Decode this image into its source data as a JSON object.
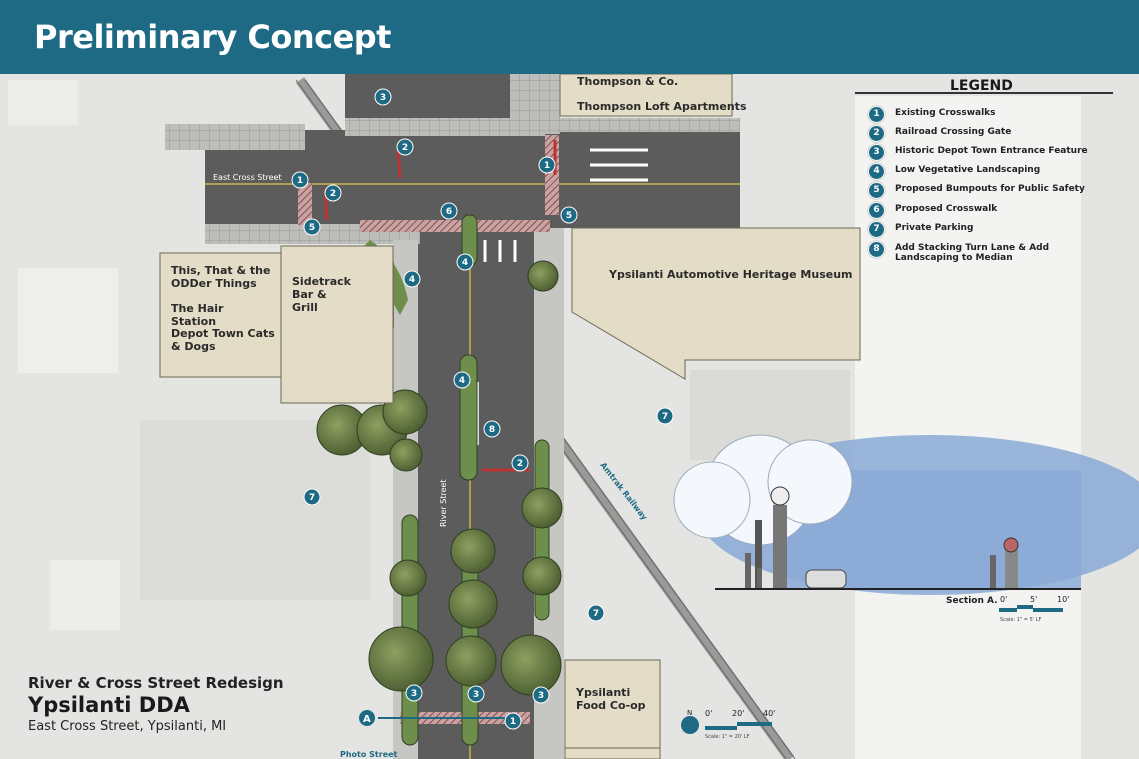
{
  "header": {
    "title": "Preliminary Concept"
  },
  "legend": {
    "title": "LEGEND",
    "items": [
      {
        "num": "1",
        "label": "Existing Crosswalks"
      },
      {
        "num": "2",
        "label": "Railroad Crossing Gate"
      },
      {
        "num": "3",
        "label": "Historic Depot Town Entrance Feature"
      },
      {
        "num": "4",
        "label": "Low Vegetative Landscaping"
      },
      {
        "num": "5",
        "label": "Proposed Bumpouts for Public Safety"
      },
      {
        "num": "6",
        "label": "Proposed Crosswalk"
      },
      {
        "num": "7",
        "label": "Private Parking"
      },
      {
        "num": "8",
        "label": "Add Stacking Turn Lane & Add Landscaping to Median"
      }
    ]
  },
  "buildings": {
    "thompson_co": "Thompson & Co.",
    "thompson_loft": "Thompson Loft Apartments",
    "this_that": "This, That & the ODDer Things",
    "hair_station": "The Hair Station",
    "depot_cats": "Depot Town Cats & Dogs",
    "sidetrack": "Sidetrack Bar & Grill",
    "museum": "Ypsilanti Automotive Heritage Museum",
    "food_coop": "Ypsilanti Food Co-op"
  },
  "streets": {
    "east_cross": "East Cross Street",
    "river": "River Street",
    "photo": "Photo Street",
    "railway": "Amtrak Railway"
  },
  "section": {
    "label": "Section A.",
    "scale_ticks": [
      "0'",
      "5'",
      "10'"
    ],
    "scale_note": "Scale:  1\" = 5' LF"
  },
  "plan_scale": {
    "north": "N",
    "ticks": [
      "0'",
      "20'",
      "40'"
    ],
    "scale_note": "Scale:  1\" = 20' LF"
  },
  "section_marker": "A",
  "title_block": {
    "subtitle": "River & Cross Street Redesign",
    "title": "Ypsilanti DDA",
    "location": "East Cross Street, Ypsilanti, MI"
  },
  "colors": {
    "header": "#1e6a85",
    "marker": "#1e6a85",
    "building": "#e3dcc6",
    "road": "#5c5c5c",
    "water": "#8aa9d6"
  }
}
